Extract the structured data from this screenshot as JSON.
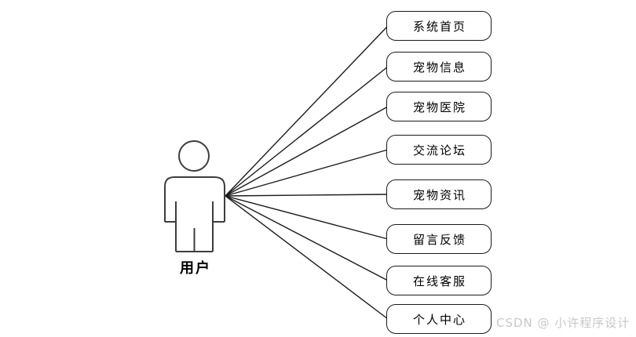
{
  "diagram": {
    "actor": {
      "label": "用户"
    },
    "use_cases": [
      {
        "label": "系统首页"
      },
      {
        "label": "宠物信息"
      },
      {
        "label": "宠物医院"
      },
      {
        "label": "交流论坛"
      },
      {
        "label": "宠物资讯"
      },
      {
        "label": "留言反馈"
      },
      {
        "label": "在线客服"
      },
      {
        "label": "个人中心"
      }
    ],
    "watermark": "CSDN @ 小许程序设计",
    "icons": {
      "actor": "person-outline-icon"
    },
    "colors": {
      "line": "#1a1a1a",
      "box_border": "#1a1a1a",
      "box_fill": "#ffffff",
      "actor_stroke": "#3d3d3d",
      "text": "#000000",
      "watermark": "#c8c8c8"
    }
  }
}
